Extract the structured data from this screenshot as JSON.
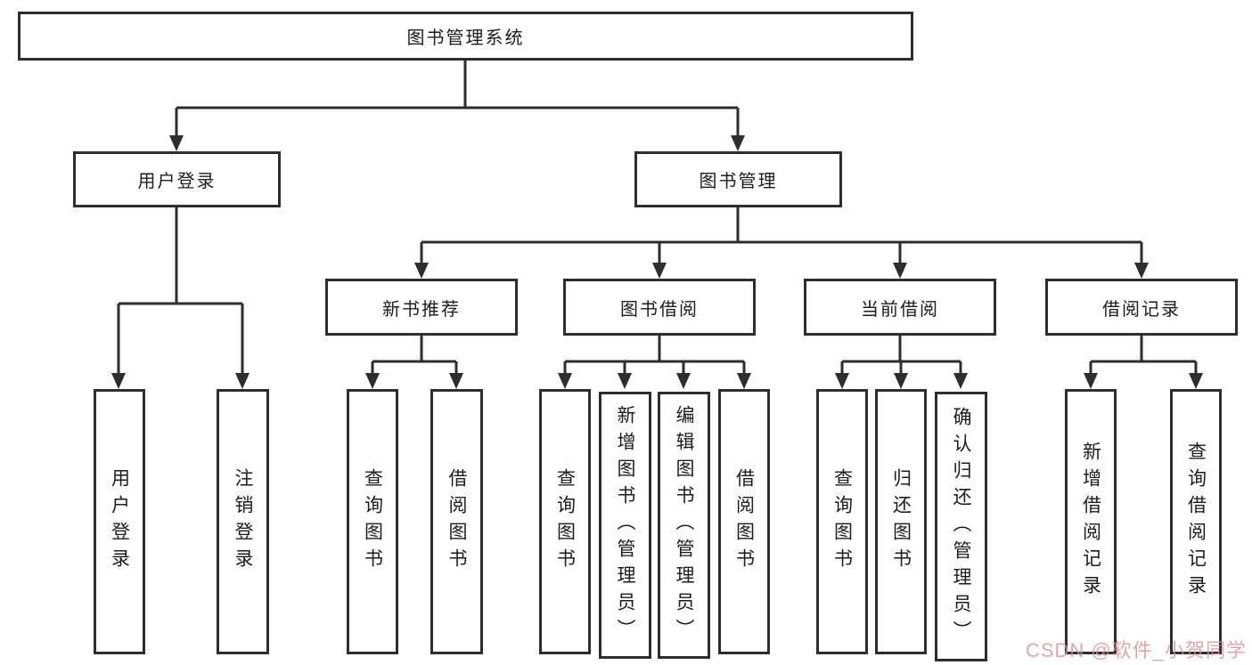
{
  "colors": {
    "line": "#2e2e2e",
    "box_border": "#2e2e2e",
    "text": "#1c1c1c",
    "background": "#ffffff",
    "watermark": "#dc9191"
  },
  "diagram": {
    "title": "图书管理系统",
    "tree": {
      "label": "图书管理系统",
      "children": [
        {
          "label": "用户登录",
          "children": [
            {
              "label": "用户登录"
            },
            {
              "label": "注销登录"
            }
          ]
        },
        {
          "label": "图书管理",
          "children": [
            {
              "label": "新书推荐",
              "children": [
                {
                  "label": "查询图书"
                },
                {
                  "label": "借阅图书"
                }
              ]
            },
            {
              "label": "图书借阅",
              "children": [
                {
                  "label": "查询图书"
                },
                {
                  "label": "新增图书（管理员）"
                },
                {
                  "label": "编辑图书（管理员）"
                },
                {
                  "label": "借阅图书"
                }
              ]
            },
            {
              "label": "当前借阅",
              "children": [
                {
                  "label": "查询图书"
                },
                {
                  "label": "归还图书"
                },
                {
                  "label": "确认归还（管理员）"
                }
              ]
            },
            {
              "label": "借阅记录",
              "children": [
                {
                  "label": "新增借阅记录"
                },
                {
                  "label": "查询借阅记录"
                }
              ]
            }
          ]
        }
      ]
    }
  },
  "watermark": {
    "text": "CSDN @软件_小贺同学"
  }
}
